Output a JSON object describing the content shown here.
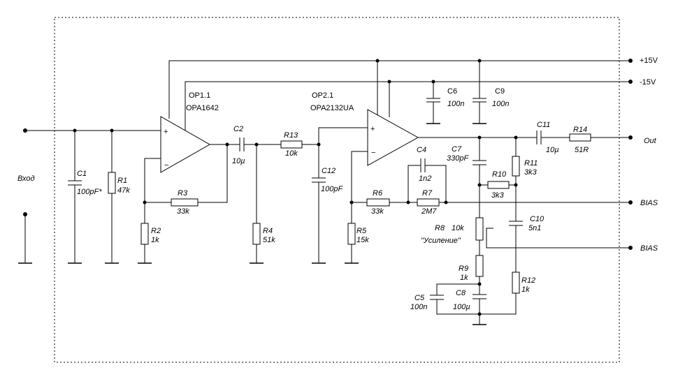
{
  "rails": {
    "pos": "+15V",
    "neg": "-15V",
    "out": "Out",
    "bias1": "BIAS",
    "bias2": "BIAS",
    "input": "Вход"
  },
  "opamps": {
    "op1_name": "OP1.1",
    "op1_part": "OPA1642",
    "op2_name": "OP2.1",
    "op2_part": "OPA2132UA"
  },
  "parts": {
    "C1": [
      "C1",
      "100pF*"
    ],
    "R1": [
      "R1",
      "47k"
    ],
    "R2": [
      "R2",
      "1k"
    ],
    "R3": [
      "R3",
      "33k"
    ],
    "C2": [
      "C2",
      "10µ"
    ],
    "R4": [
      "R4",
      "51k"
    ],
    "R13": [
      "R13",
      "10k"
    ],
    "C12": [
      "C12",
      "100pF"
    ],
    "R5": [
      "R5",
      "15k"
    ],
    "R6": [
      "R6",
      "33k"
    ],
    "C4": [
      "C4",
      "1n2"
    ],
    "R7": [
      "R7",
      "2M7"
    ],
    "C6": [
      "C6",
      "100n"
    ],
    "C9": [
      "C9",
      "100n"
    ],
    "C7": [
      "C7",
      "330pF"
    ],
    "R10": [
      "R10",
      "3k3"
    ],
    "R11": [
      "R11",
      "3k3"
    ],
    "C11": [
      "C11",
      "10µ"
    ],
    "R14": [
      "R14",
      "51R"
    ],
    "R8": [
      "R8",
      "10k"
    ],
    "R8_note": "\"Усиление\"",
    "C10": [
      "C10",
      "5n1"
    ],
    "R9": [
      "R9",
      "1k"
    ],
    "R12": [
      "R12",
      "1k"
    ],
    "C5": [
      "C5",
      "100n"
    ],
    "C8": [
      "C8",
      "100µ"
    ]
  }
}
